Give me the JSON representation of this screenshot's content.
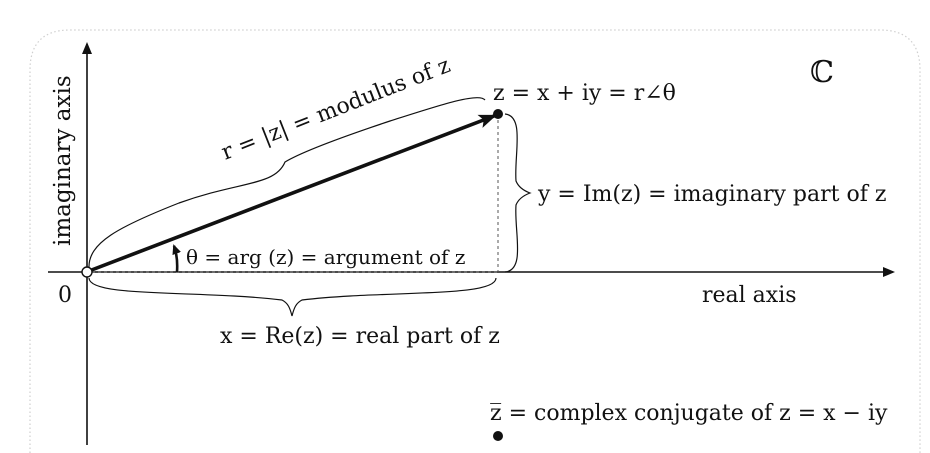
{
  "labels": {
    "origin": "0",
    "set": "ℂ",
    "y_axis": "imaginary axis",
    "x_axis": "real axis",
    "point_z": "z = x + iy = r∠θ",
    "modulus": "r = |z| = modulus of z",
    "argument": "θ = arg (z) = argument of z",
    "imag_part": "y = Im(z) = imaginary part of z",
    "real_part": "x = Re(z) = real part of z",
    "conjugate": "z̅ = complex conjugate of z = x − iy"
  },
  "colors": {
    "ink": "#111111",
    "frame": "#c8c8c8",
    "dashed": "#555555"
  }
}
